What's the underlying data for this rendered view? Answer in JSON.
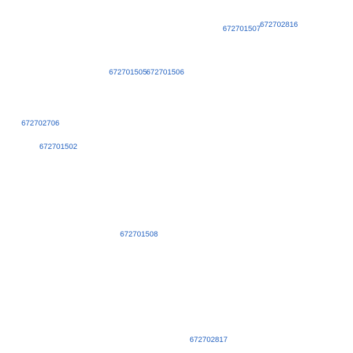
{
  "map": {
    "label_color": "#1f5fbf",
    "labels": [
      "672701507",
      "672702816",
      "672701505",
      "672701506",
      "672702706",
      "672701502",
      "672701508",
      "672702817"
    ]
  }
}
